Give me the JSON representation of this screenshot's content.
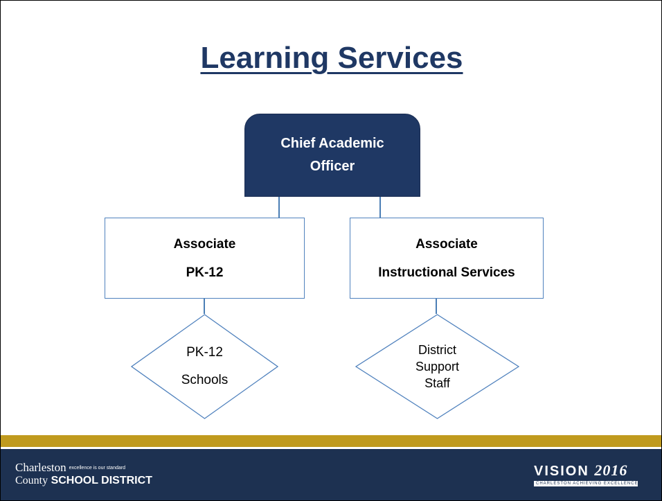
{
  "slide": {
    "title": "Learning Services"
  },
  "org_chart": {
    "top": {
      "line1": "Chief Academic",
      "line2": "Officer"
    },
    "left_box": {
      "line1": "Associate",
      "line2": "PK-12"
    },
    "right_box": {
      "line1": "Associate",
      "line2": "Instructional Services"
    },
    "left_diamond": {
      "line1": "PK-12",
      "line2": "Schools"
    },
    "right_diamond": {
      "line1": "District",
      "line2": "Support",
      "line3": "Staff"
    }
  },
  "footer": {
    "left_logo": {
      "line1": "Charleston",
      "tagline": "excellence is our standard",
      "line2a": "County",
      "line2b": "SCHOOL DISTRICT"
    },
    "right_logo": {
      "word": "VISION",
      "year": "2016",
      "subtitle": "CHARLESTON ACHIEVING EXCELLENCE"
    }
  },
  "colors": {
    "title": "#1f3864",
    "top_box": "#1f3864",
    "outline": "#4f81bd",
    "gold_band": "#c09a1e",
    "footer_bg": "#1d3151"
  }
}
